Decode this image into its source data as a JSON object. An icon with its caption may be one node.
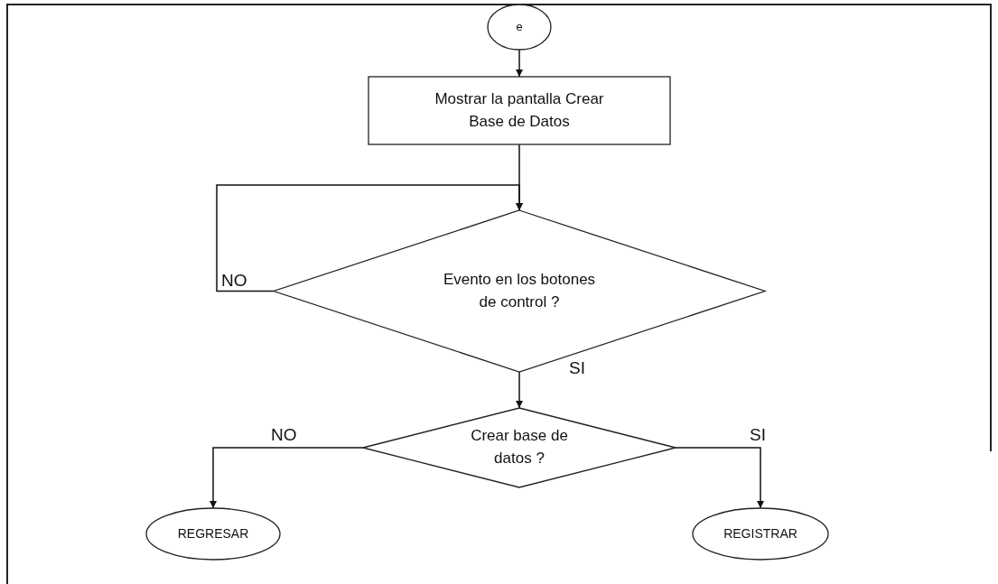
{
  "diagram": {
    "nodes": [
      {
        "text": [
          "e"
        ]
      },
      {
        "text": [
          "Mostrar la pantalla Crear Base de Datos"
        ]
      },
      {
        "text": [
          "Evento en los botones de control ?"
        ]
      },
      {
        "text": [
          "Crear base de datos ?"
        ]
      },
      {
        "text": [
          "REGRESAR"
        ]
      },
      {
        "text": [
          "REGISTRAR"
        ]
      }
    ],
    "edges": [
      {
        "from": 0,
        "to": 1,
        "arrow": "to"
      },
      {
        "from": 1,
        "to": 2,
        "arrow": "to"
      },
      {
        "from": 2,
        "to": 2,
        "arrow": "to",
        "label": "NO"
      },
      {
        "from": 2,
        "to": 3,
        "arrow": "to",
        "label": "SI"
      },
      {
        "from": 3,
        "to": 4,
        "arrow": "to",
        "label": "NO"
      },
      {
        "from": 3,
        "to": 5,
        "arrow": "to",
        "label": "SI"
      }
    ]
  }
}
